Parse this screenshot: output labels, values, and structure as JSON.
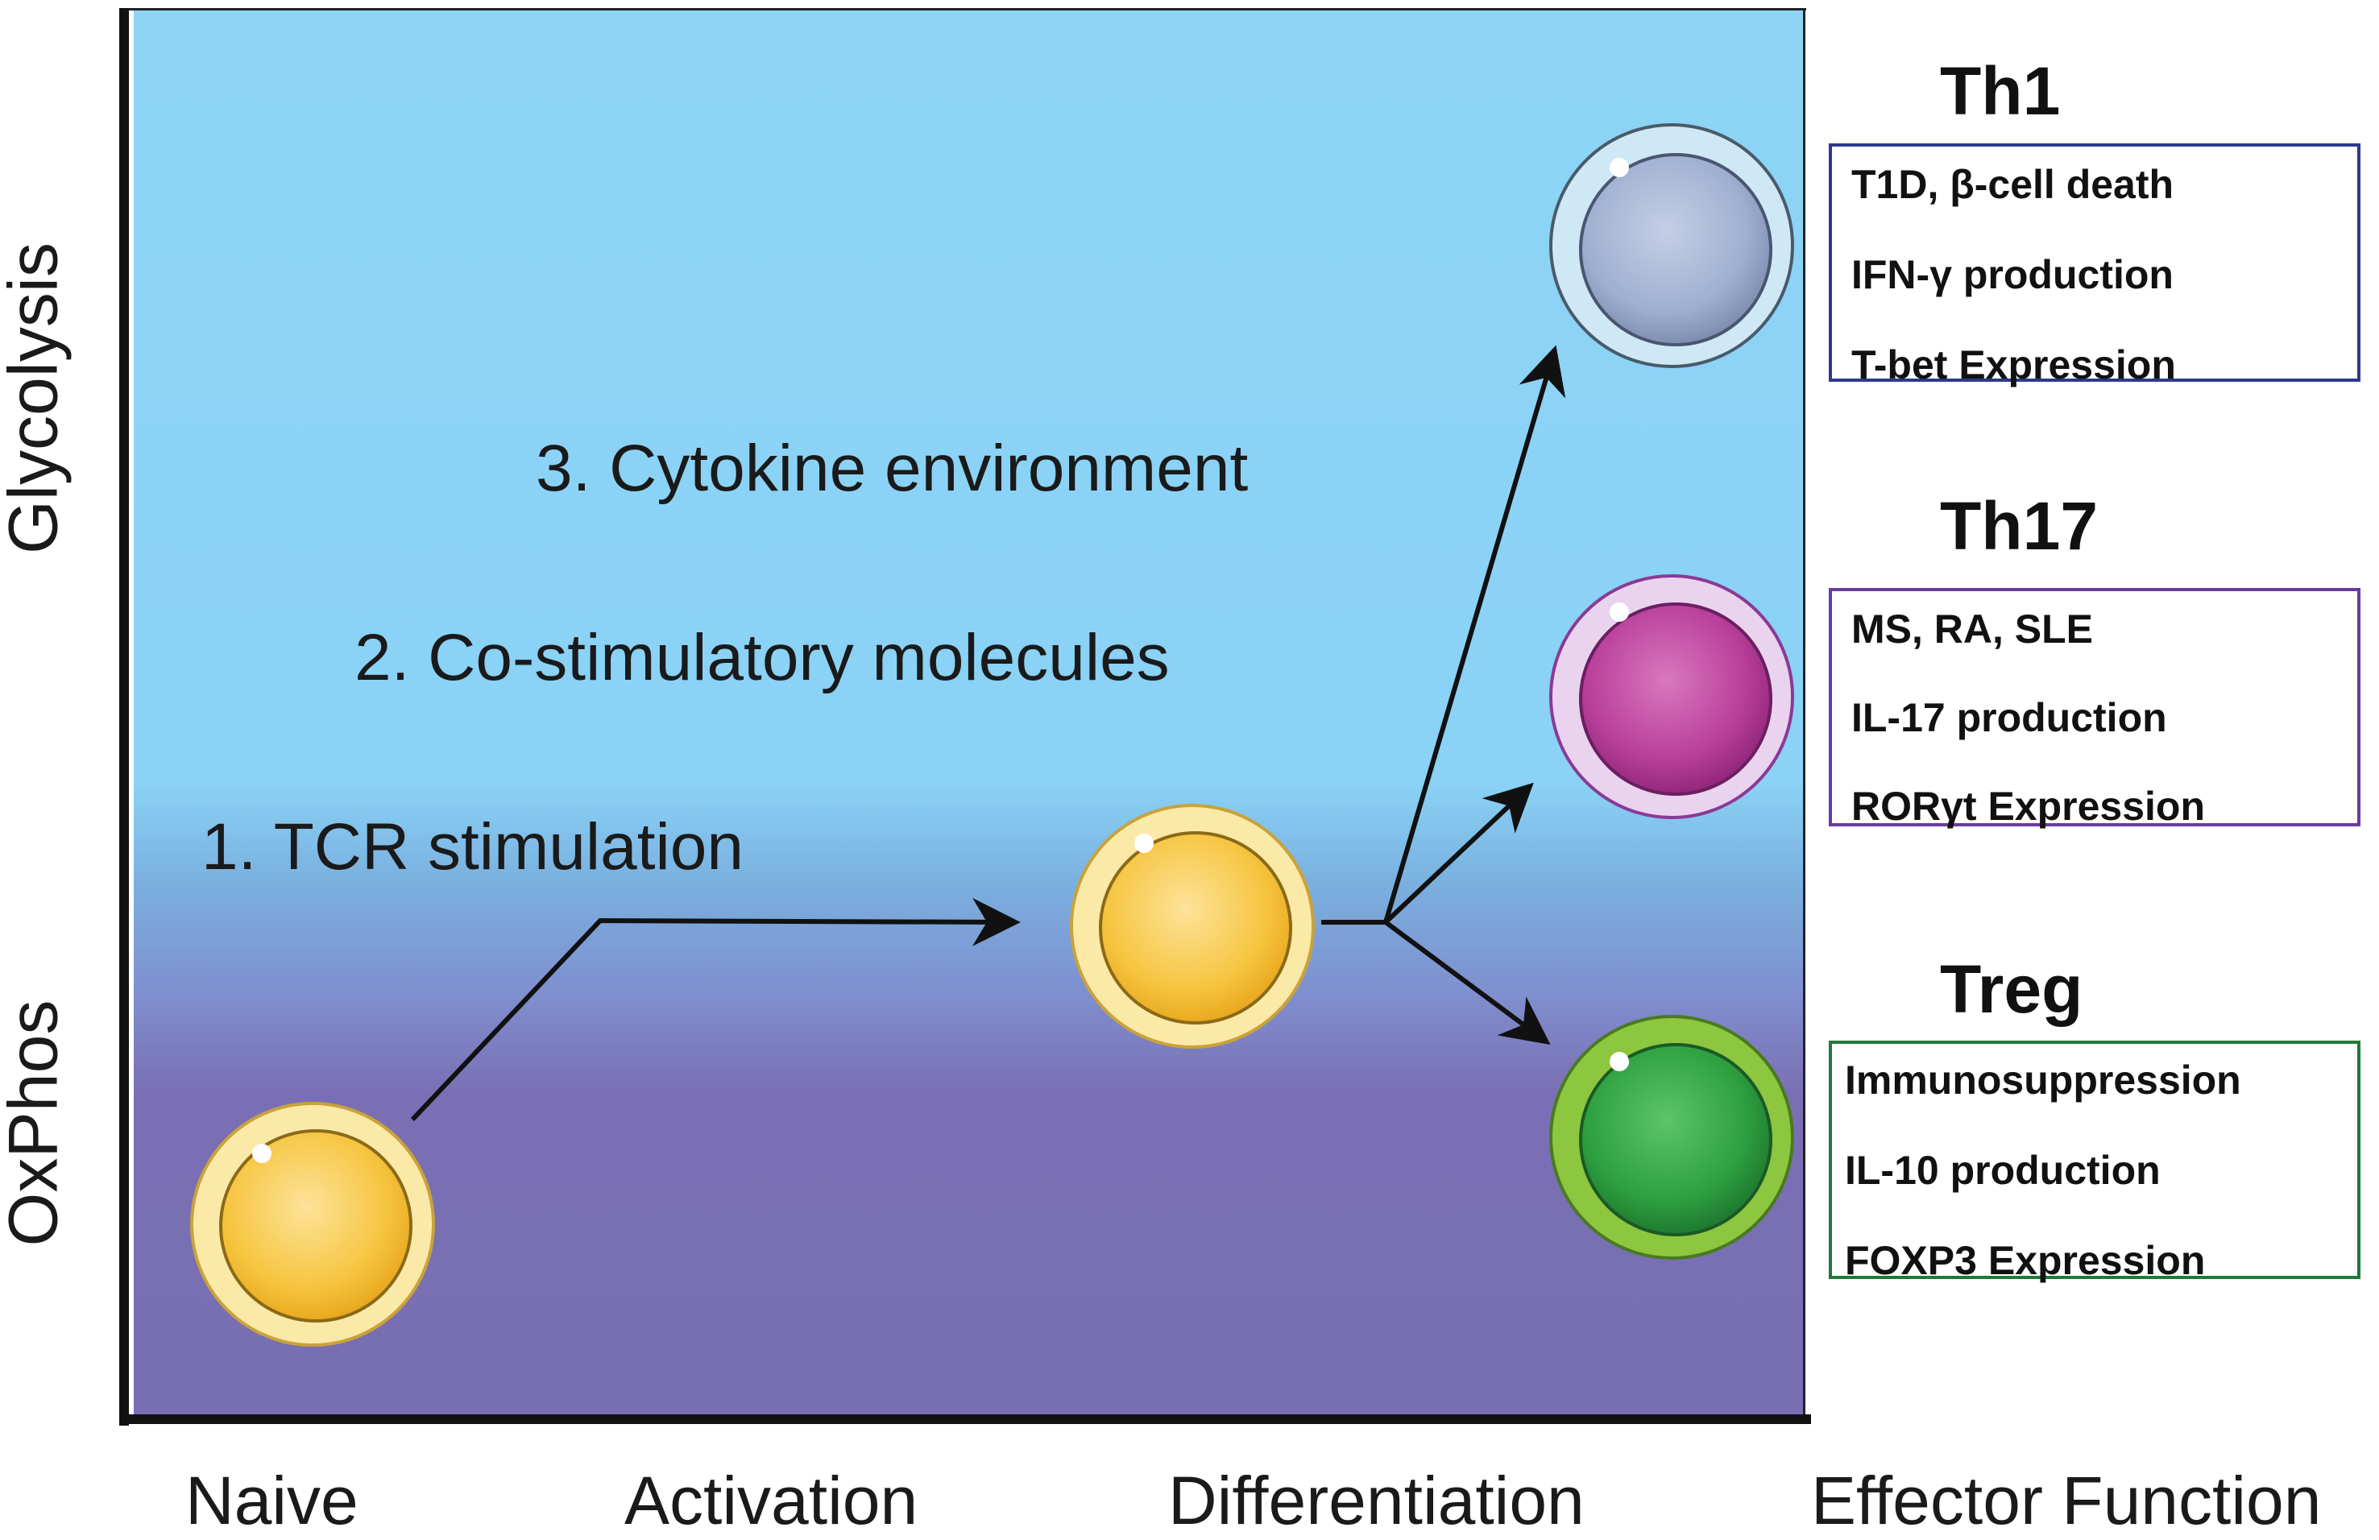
{
  "y_axis": {
    "top_label": "Glycolysis",
    "bottom_label": "OxPhos"
  },
  "x_axis": {
    "labels": [
      "Naive",
      "Activation",
      "Differentiation",
      "Effector Function"
    ]
  },
  "steps": [
    "1. TCR stimulation",
    "2. Co-stimulatory molecules",
    "3. Cytokine environment"
  ],
  "subsets": [
    {
      "title": "Th1",
      "color": "#2b3a8f",
      "functions": [
        "T1D, β-cell death",
        "IFN-γ production",
        "T-bet Expression"
      ]
    },
    {
      "title": "Th17",
      "color": "#6a3aa0",
      "functions": [
        "MS, RA, SLE",
        "IL-17 production",
        "RORγt Expression"
      ]
    },
    {
      "title": "Treg",
      "color": "#1f7a3a",
      "functions": [
        "Immunosuppression",
        "IL-10 production",
        "FOXP3 Expression"
      ]
    }
  ],
  "cell_colors": {
    "naive": "#f5c13a",
    "activated": "#f5c13a",
    "th1": "#9fb0d0",
    "th17": "#b83f9a",
    "treg": "#2ea040"
  }
}
